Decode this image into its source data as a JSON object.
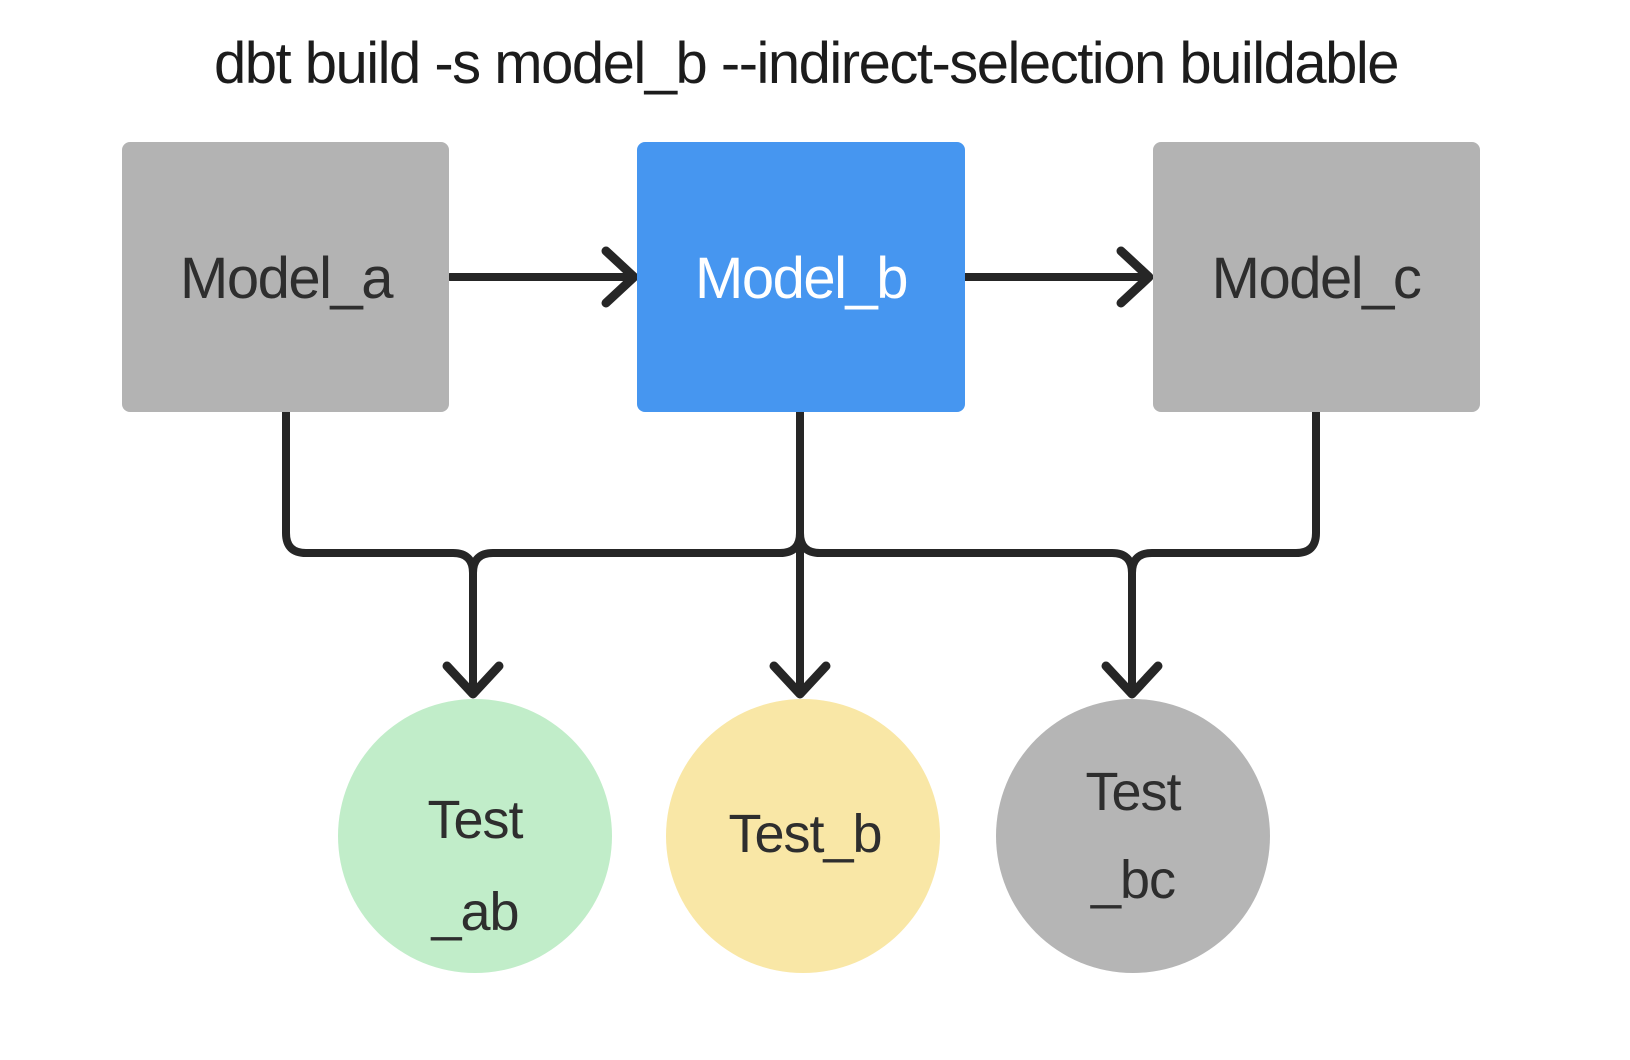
{
  "title": "dbt build -s model_b --indirect-selection buildable",
  "colors": {
    "background": "#ffffff",
    "line": "#262626",
    "title_text": "#1c1c1c",
    "dark_text": "#2e2e2e",
    "light_text": "#ffffff",
    "model_gray": "#b3b3b3",
    "model_selected_blue": "#4696f0",
    "test_green": "#c1edc9",
    "test_yellow": "#f9e7a6",
    "test_gray": "#b5b5b5"
  },
  "models": [
    {
      "id": "model_a",
      "label": "Model_a",
      "fill": "#b3b3b3",
      "text_color": "#2e2e2e",
      "selected": false
    },
    {
      "id": "model_b",
      "label": "Model_b",
      "fill": "#4696f0",
      "text_color": "#ffffff",
      "selected": true
    },
    {
      "id": "model_c",
      "label": "Model_c",
      "fill": "#b3b3b3",
      "text_color": "#2e2e2e",
      "selected": false
    }
  ],
  "tests": [
    {
      "id": "test_ab",
      "line1": "Test",
      "line2": "_ab",
      "fill": "#c1edc9",
      "text_color": "#2e2e2e"
    },
    {
      "id": "test_b",
      "line1": "Test_b",
      "line2": "",
      "fill": "#f9e7a6",
      "text_color": "#2e2e2e"
    },
    {
      "id": "test_bc",
      "line1": "Test",
      "line2": "_bc",
      "fill": "#b5b5b5",
      "text_color": "#2e2e2e"
    }
  ],
  "edges": [
    {
      "from": "model_a",
      "to": "model_b"
    },
    {
      "from": "model_b",
      "to": "model_c"
    },
    {
      "from": "model_a",
      "to": "test_ab"
    },
    {
      "from": "model_b",
      "to": "test_ab"
    },
    {
      "from": "model_b",
      "to": "test_b"
    },
    {
      "from": "model_b",
      "to": "test_bc"
    },
    {
      "from": "model_c",
      "to": "test_bc"
    }
  ]
}
